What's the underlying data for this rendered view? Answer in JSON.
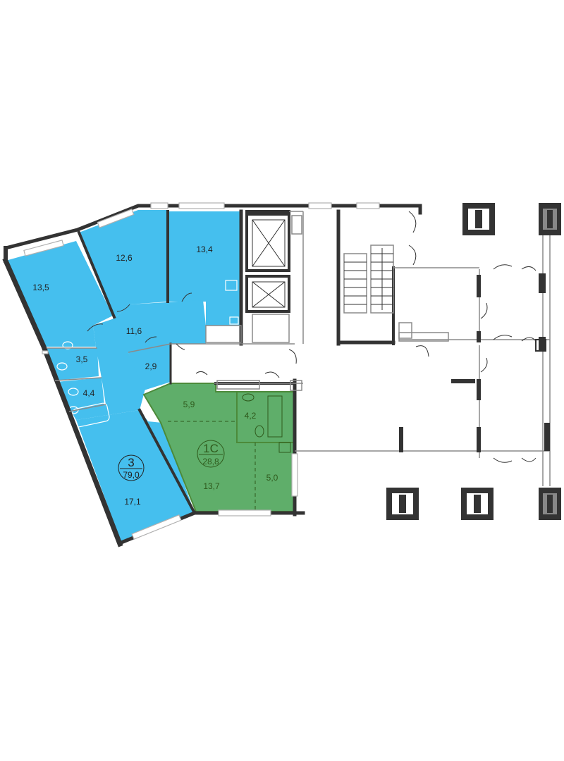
{
  "colors": {
    "blue_apartment": "#45bfee",
    "green_apartment": "#5fae6a",
    "green_border": "#4c8a3a",
    "wall": "#333333",
    "partition": "#8a8a8a",
    "window_frame": "#b0b0b0"
  },
  "apartments": [
    {
      "id": "apt-3",
      "rooms_count": "3",
      "total_area": "79,0",
      "rooms": [
        "13,5",
        "12,6",
        "13,4",
        "11,6",
        "3,5",
        "2,9",
        "4,4",
        "17,1"
      ]
    },
    {
      "id": "apt-1c",
      "rooms_count": "1С",
      "total_area": "28,8",
      "rooms": [
        "5,9",
        "4,2",
        "13,7",
        "5,0"
      ]
    }
  ]
}
